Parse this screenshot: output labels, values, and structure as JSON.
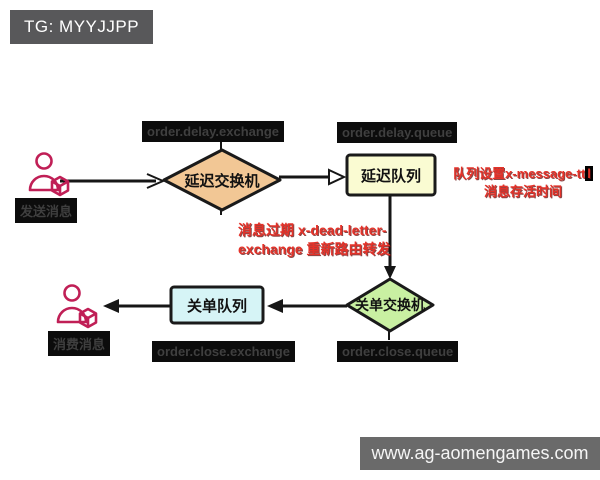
{
  "badge": {
    "text": "TG: MYYJJPP"
  },
  "watermark": {
    "text": "www.ag-aomengames.com"
  },
  "colors": {
    "line": "#161616",
    "actor_icon": "#c01f56",
    "note_red": "#e53229",
    "tag_bg": "#0c0c0c",
    "badge_bg": "#58585a",
    "watermark_bg": "#6a6a6a"
  },
  "nodes": {
    "delay_exchange": {
      "label": "延迟交换机",
      "tag": "order.delay.exchange",
      "fill": "#f2c795",
      "shape": "diamond"
    },
    "delay_queue": {
      "label": "延迟队列",
      "tag": "order.delay.queue",
      "fill": "#fafbd2",
      "shape": "rect"
    },
    "close_exchange": {
      "label": "关单交换机",
      "tag": "order.close.queue",
      "fill": "#c9f0a2",
      "shape": "diamond"
    },
    "close_queue": {
      "label": "关单队列",
      "tag": "order.close.exchange",
      "fill": "#d6f4f6",
      "shape": "rect"
    }
  },
  "actors": {
    "producer": {
      "label": "发送消息"
    },
    "consumer": {
      "label": "消费消息"
    }
  },
  "notes": {
    "ttl": {
      "line1": "队列设置x-message-tt",
      "line1_highlight": "l",
      "line2": "消息存活时间"
    },
    "dead_letter": {
      "line1": "消息过期 x-dead-letter-",
      "line2": "exchange 重新路由转发"
    }
  }
}
